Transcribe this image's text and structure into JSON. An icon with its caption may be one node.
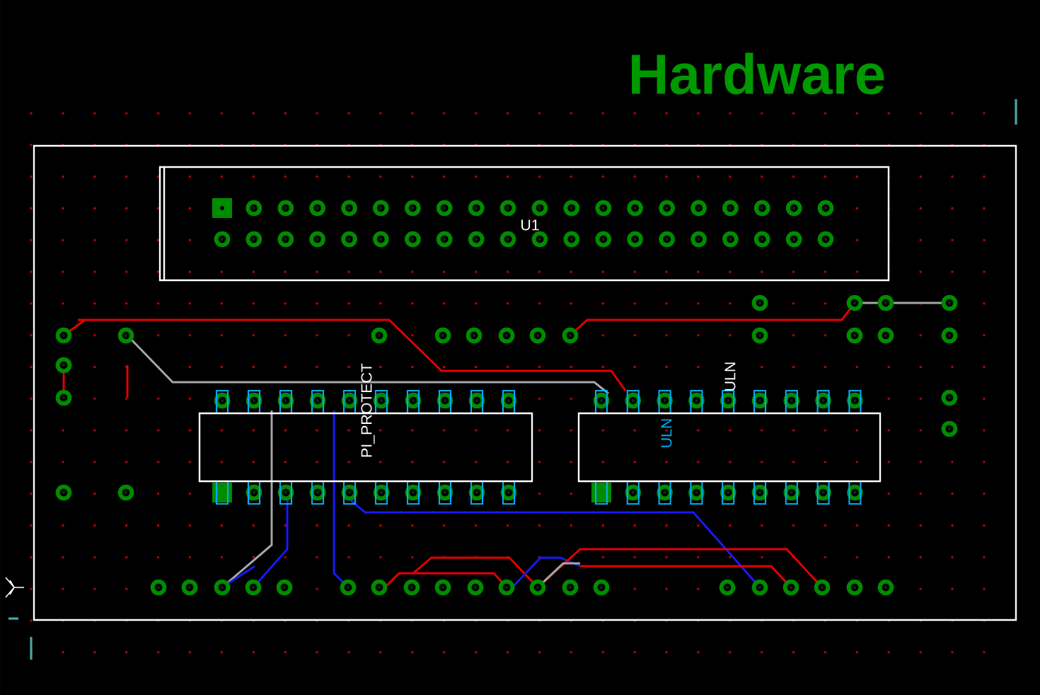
{
  "diagram": {
    "title": "Hardware",
    "nodes": [
      {
        "text": [],
        "shape": "box"
      },
      {
        "text": [
          "U1"
        ],
        "in": 0
      },
      {
        "text": [
          "PI_PROTECT"
        ],
        "in": 0
      },
      {
        "text": [
          "ULN"
        ],
        "beside": [
          "ULN"
        ],
        "in": 0
      }
    ]
  }
}
